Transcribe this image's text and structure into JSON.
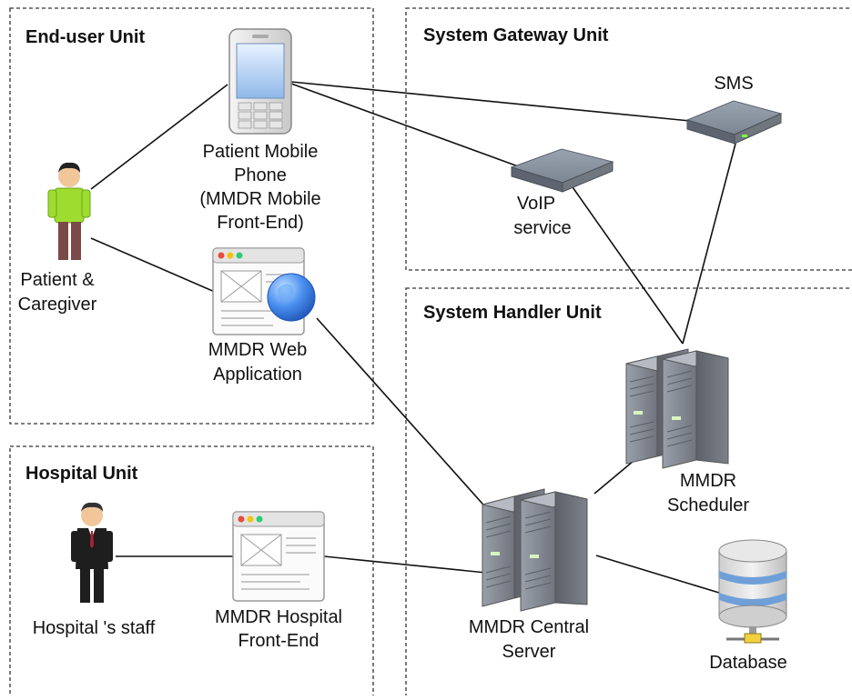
{
  "units": {
    "end_user": "End-user Unit",
    "system_gateway": "System Gateway Unit",
    "system_handler": "System Handler Unit",
    "hospital": "Hospital Unit"
  },
  "nodes": {
    "patient_phone": [
      "Patient Mobile",
      "Phone",
      "(MMDR Mobile",
      "Front-End)"
    ],
    "patient": [
      "Patient &",
      "Caregiver"
    ],
    "web_app": [
      "MMDR Web",
      "Application"
    ],
    "sms": [
      "SMS"
    ],
    "voip": [
      "VoIP",
      "service"
    ],
    "scheduler": [
      "MMDR",
      "Scheduler"
    ],
    "central_server": [
      "MMDR Central",
      "Server"
    ],
    "database": [
      "Database"
    ],
    "hospital_staff": [
      "Hospital 's staff"
    ],
    "hospital_front_end": [
      "MMDR Hospital",
      "Front-End"
    ]
  },
  "colors": {
    "box_border": "#333333",
    "patient_shirt": "#9edc2f",
    "patient_pants": "#7a4a48",
    "server_body": "#8a8f99",
    "globe": "#3d7fe6"
  }
}
